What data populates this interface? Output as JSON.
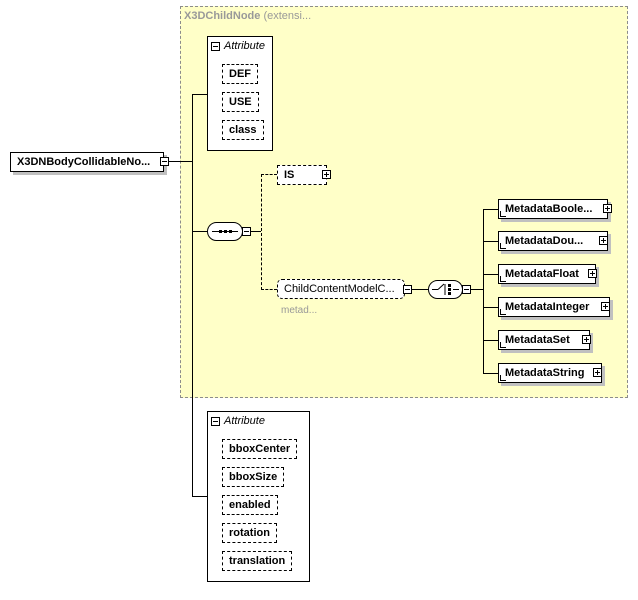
{
  "root": {
    "label": "X3DNBodyCollidableNo..."
  },
  "extension": {
    "type_name": "X3DChildNode",
    "suffix": " (extensi..."
  },
  "attribute_group_top": {
    "heading": "Attribute",
    "items": [
      "DEF",
      "USE",
      "class"
    ]
  },
  "sequence": {
    "is_label": "IS",
    "child_group_label": "ChildContentModelC...",
    "child_group_sub": "metad..."
  },
  "choice_items": [
    "MetadataBoole...",
    "MetadataDou...",
    "MetadataFloat",
    "MetadataInteger",
    "MetadataSet",
    "MetadataString"
  ],
  "attribute_group_bottom": {
    "heading": "Attribute",
    "items": [
      "bboxCenter",
      "bboxSize",
      "enabled",
      "rotation",
      "translation"
    ]
  }
}
